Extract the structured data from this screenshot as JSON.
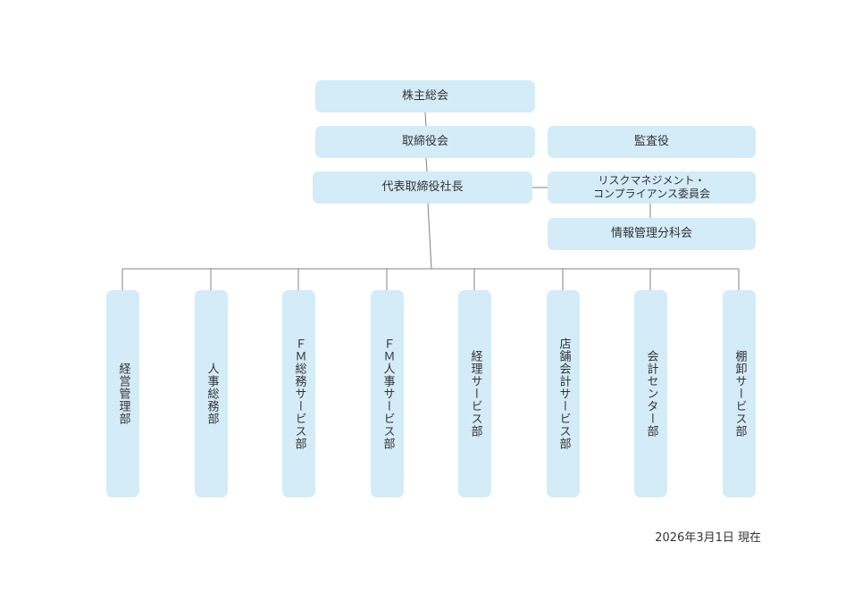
{
  "top": {
    "shareholders": "株主総会",
    "board": "取締役会",
    "auditor": "監査役",
    "president": "代表取締役社長",
    "risk_committee_line1": "リスクマネジメント・",
    "risk_committee_line2": "コンプライアンス委員会",
    "info_subcommittee": "情報管理分科会"
  },
  "departments": [
    "経営管理部",
    "人事総務部",
    "ＦＭ総務サービス部",
    "ＦＭ人事サービス部",
    "経理サービス部",
    "店舗会計サービス部",
    "会計センター部",
    "棚卸サービス部"
  ],
  "as_of": "2026年3月1日 現在",
  "colors": {
    "box": "#d4ebf8",
    "line": "#808080"
  }
}
